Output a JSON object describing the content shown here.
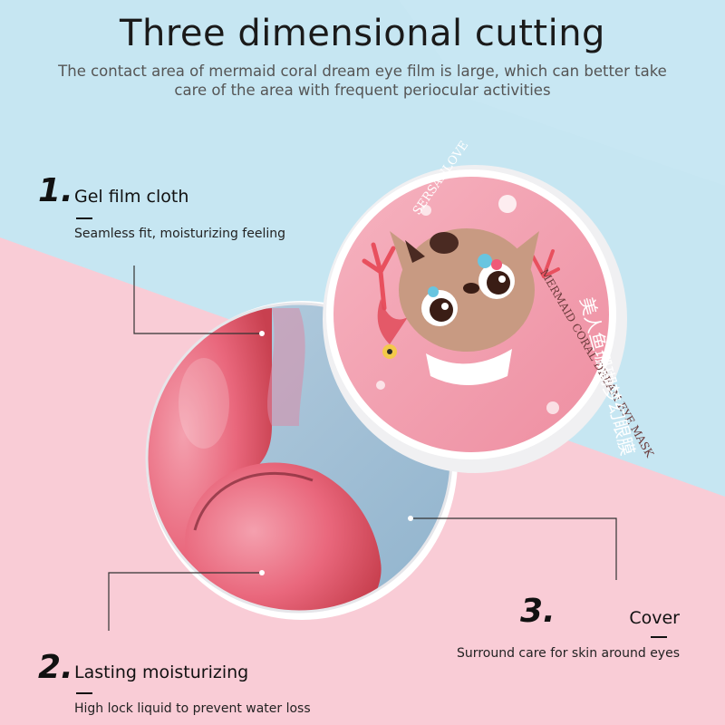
{
  "header": {
    "title": "Three dimensional cutting",
    "subtitle": "The contact area of mermaid coral dream eye film is large, which can better take care of the area with frequent periocular activities"
  },
  "features": [
    {
      "number": "1.",
      "title": "Gel film cloth",
      "description": "Seamless fit, moisturizing feeling"
    },
    {
      "number": "2.",
      "title": "Lasting moisturizing",
      "description": "High lock liquid to prevent water loss"
    },
    {
      "number": "3.",
      "title": "Cover",
      "description": "Surround care for skin around eyes"
    }
  ],
  "product": {
    "brand": "SERSANLOVE",
    "label": "MERMAID CORAL DREAM EYE MASK",
    "chinese_name": "美人鱼珊瑚梦幻眼膜"
  },
  "colors": {
    "bg_blue": "#c6e6f2",
    "bg_pink": "#f9ccd6",
    "lid_pink": "#f0a2b2",
    "gel_pink": "#e8566e",
    "gel_blue": "#a9c8dc"
  }
}
